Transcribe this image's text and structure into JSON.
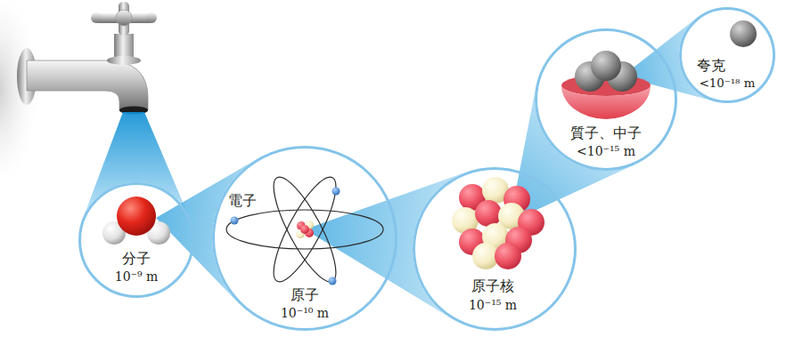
{
  "diagram": {
    "nodes": [
      {
        "text": [
          "分子",
          "10⁻⁹ m"
        ]
      },
      {
        "text": [
          "原子",
          "10⁻¹⁰ m"
        ]
      },
      {
        "text": [
          "原子核",
          "10⁻¹⁵ m"
        ]
      },
      {
        "text": [
          "質子、中子",
          "<10⁻¹⁵ m"
        ]
      },
      {
        "text": [
          "夸克",
          "<10⁻¹⁸ m"
        ]
      }
    ],
    "edges": [
      {
        "from": 0,
        "to": 1,
        "arrow": "none"
      },
      {
        "from": 1,
        "to": 2,
        "arrow": "none"
      },
      {
        "from": 2,
        "to": 3,
        "arrow": "none"
      },
      {
        "from": 3,
        "to": 4,
        "arrow": "none"
      }
    ],
    "labels": [
      "電子"
    ]
  }
}
